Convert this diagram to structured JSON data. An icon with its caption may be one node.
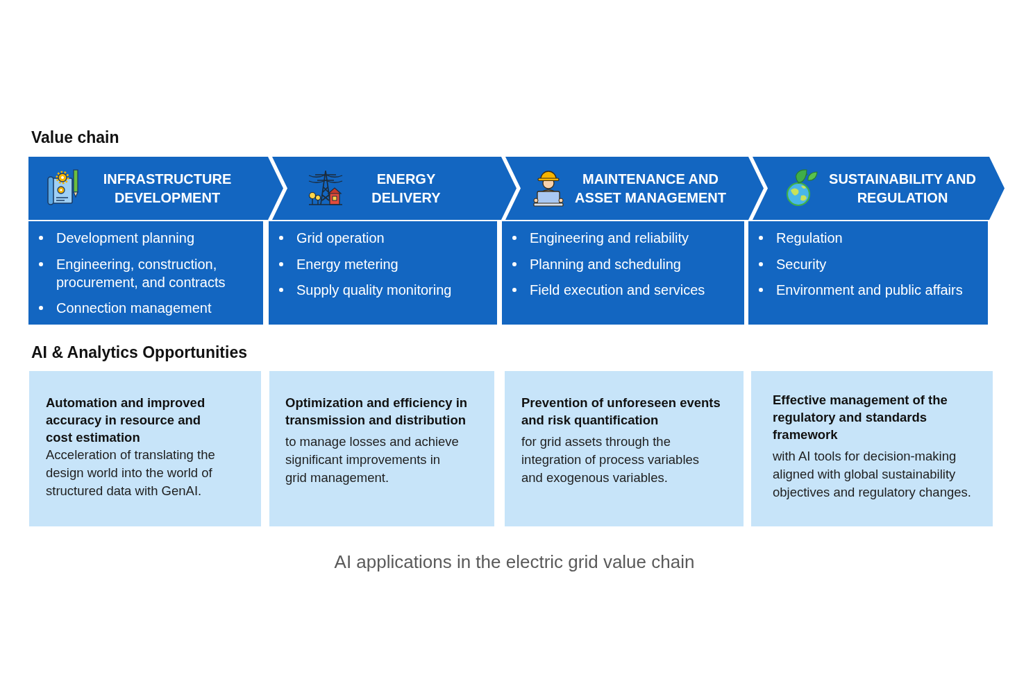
{
  "diagram": {
    "caption": "AI applications in the electric grid value chain",
    "nodes": [
      {
        "text": [
          "INFRASTRUCTURE DEVELOPMENT"
        ]
      },
      {
        "text": [
          "ENERGY DELIVERY"
        ]
      },
      {
        "text": [
          "MAINTENANCE AND ASSET MANAGEMENT"
        ]
      },
      {
        "text": [
          "SUSTAINABILITY AND REGULATION"
        ]
      },
      {
        "text": [
          "Development planning",
          "Engineering, construction, procurement, and contracts",
          "Connection management"
        ]
      },
      {
        "text": [
          "Grid operation",
          "Energy metering",
          "Supply quality monitoring"
        ]
      },
      {
        "text": [
          "Engineering and reliability",
          "Planning and scheduling",
          "Field execution and services"
        ]
      },
      {
        "text": [
          "Regulation",
          "Security",
          "Environment and public affairs"
        ]
      },
      {
        "text": [
          "Automation and improved accuracy in resource and cost estimation",
          "Acceleration of translating the design world into the world of structured data with GenAI."
        ]
      },
      {
        "text": [
          "Optimization and efficiency in transmission and distribution",
          "to manage losses and achieve significant improvements in grid management."
        ]
      },
      {
        "text": [
          "Prevention of unforeseen events and risk quantification",
          "for grid assets through the integration of process variables and exogenous variables."
        ]
      },
      {
        "text": [
          "Effective management of the regulatory and standards framework",
          "with AI tools for decision-making aligned with global sustainability objectives and regulatory changes."
        ]
      }
    ],
    "labels": [
      "Value chain",
      "AI & Analytics Opportunities"
    ]
  }
}
